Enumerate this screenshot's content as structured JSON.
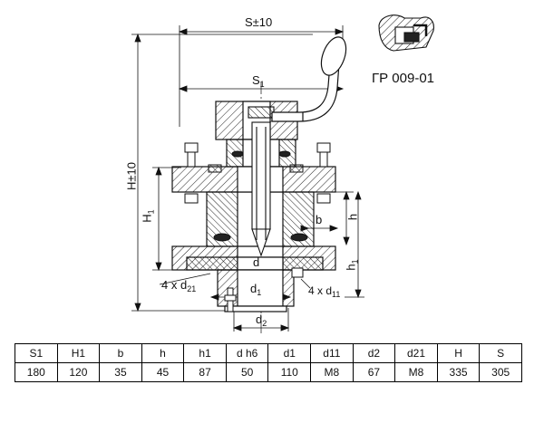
{
  "drawing": {
    "code": "ГР 009-01",
    "labels": {
      "S": "S±10",
      "S1": "S",
      "S1_sub": "1",
      "H": "H±10",
      "H1": "H",
      "H1_sub": "1",
      "b": "b",
      "h": "h",
      "h1": "h",
      "h1_sub": "1",
      "d": "d",
      "d1": "d",
      "d1_sub": "1",
      "d2": "d",
      "d2_sub": "2",
      "d21": "4 x d",
      "d21_sub": "21",
      "d11": "4 x d",
      "d11_sub": "11"
    }
  },
  "table": {
    "headers": [
      "S1",
      "H1",
      "b",
      "h",
      "h1",
      "d h6",
      "d1",
      "d11",
      "d2",
      "d21",
      "H",
      "S"
    ],
    "rows": [
      [
        "180",
        "120",
        "35",
        "45",
        "87",
        "50",
        "110",
        "M8",
        "67",
        "M8",
        "335",
        "305"
      ]
    ]
  }
}
